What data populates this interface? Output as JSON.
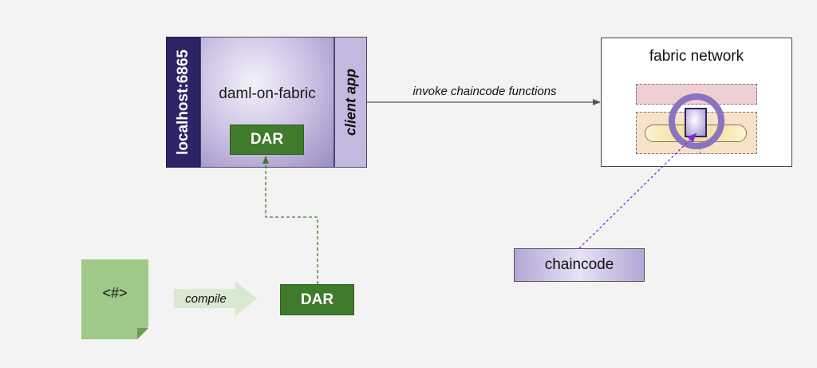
{
  "daml_on_fabric": {
    "localhost_label": "localhost:6865",
    "title": "daml-on-fabric",
    "dar_label": "DAR",
    "client_app_label": "client app"
  },
  "invoke_arrow": {
    "label": "invoke chaincode functions"
  },
  "fabric_network": {
    "title": "fabric network"
  },
  "chaincode": {
    "label": "chaincode"
  },
  "source_file": {
    "label": "<#>"
  },
  "compile_arrow": {
    "label": "compile"
  },
  "output_dar": {
    "label": "DAR"
  },
  "colors": {
    "navy": "#2d2466",
    "dar_green": "#3f7a2d",
    "lavender": "#c4b9df",
    "source_green": "#9ec987",
    "chaincode_arrow": "#7b2be0",
    "deploy_arrow": "#3f7a2d"
  }
}
